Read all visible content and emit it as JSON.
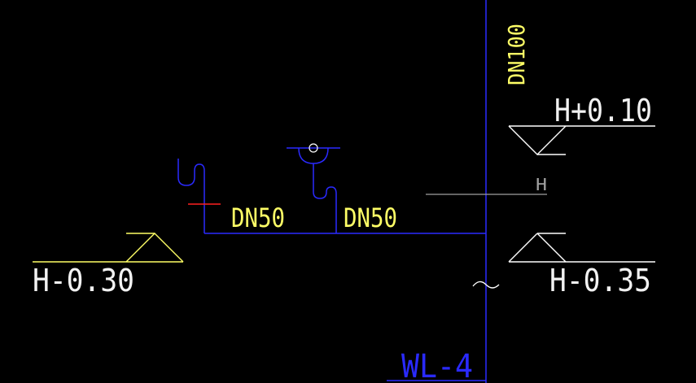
{
  "colors": {
    "background": "#000000",
    "pipe": "#2a2aff",
    "annotation": "#ffff66",
    "white": "#f2f2f2",
    "grey": "#a0a0a0",
    "red": "#ff2020"
  },
  "labels": {
    "riser_size": "DN100",
    "branch_size_left": "DN50",
    "branch_size_right": "DN50",
    "pipe_tag": "WL-4",
    "elev_top_right": "H+0.10",
    "elev_right": "H-0.35",
    "elev_left": "H-0.30",
    "floor_line": "H"
  }
}
